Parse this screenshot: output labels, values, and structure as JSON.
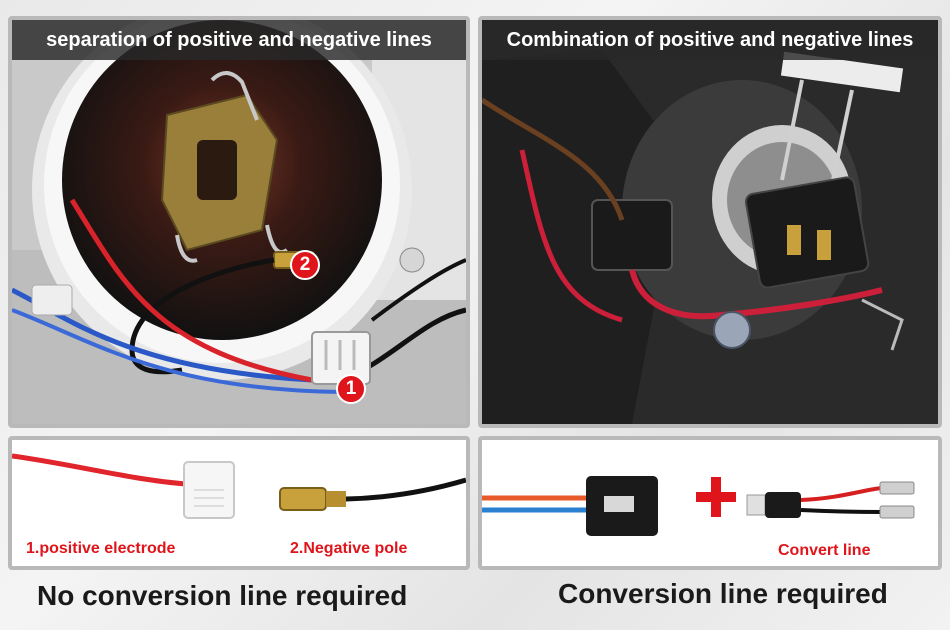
{
  "panels": {
    "top_left_title": "separation of positive and negative lines",
    "top_right_title": "Combination of positive and negative lines"
  },
  "badges": {
    "one": "1",
    "two": "2"
  },
  "wire_labels": {
    "positive": "1.positive electrode",
    "negative": "2.Negative pole",
    "convert": "Convert line"
  },
  "plus_symbol": "+",
  "captions": {
    "left": "No conversion line required",
    "right": "Conversion line required"
  },
  "colors": {
    "accent_red": "#e0151b",
    "title_bar": "#282828",
    "panel_border": "#b9b9b9"
  }
}
